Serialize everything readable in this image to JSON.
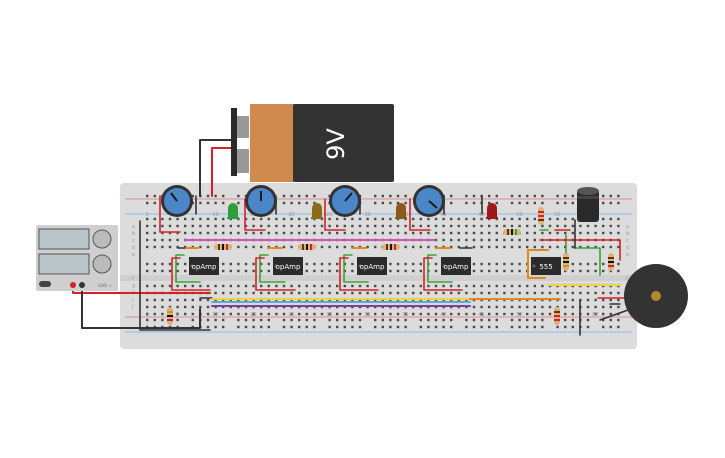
{
  "battery": {
    "label": "9V"
  },
  "psu": {
    "label": "GND +"
  },
  "chips": [
    {
      "label": "opAmp"
    },
    {
      "label": "opAmp"
    },
    {
      "label": "opAmp"
    },
    {
      "label": "opAmp"
    },
    {
      "label": "555"
    }
  ],
  "row_labels_top": [
    "a",
    "b",
    "c",
    "d",
    "e"
  ],
  "row_labels_bottom": [
    "f",
    "g",
    "h",
    "i",
    "j"
  ],
  "column_numbers": [
    "1",
    "5",
    "10",
    "15",
    "20",
    "25",
    "30",
    "35",
    "40",
    "45",
    "50",
    "55",
    "60"
  ],
  "colors": {
    "breadboard": "#dcdcdc",
    "battery_body": "#333333",
    "battery_cap": "#d08a50",
    "pot": "#4a86c8",
    "buzzer": "#333333",
    "wire_red": "#d62027",
    "wire_black": "#333333",
    "wire_green": "#3aa33a",
    "wire_orange": "#e08a1e",
    "wire_yellow": "#f2d23a",
    "wire_blue": "#5aa9d6",
    "wire_purple": "#7b3fa0",
    "wire_pink": "#d052b5"
  }
}
